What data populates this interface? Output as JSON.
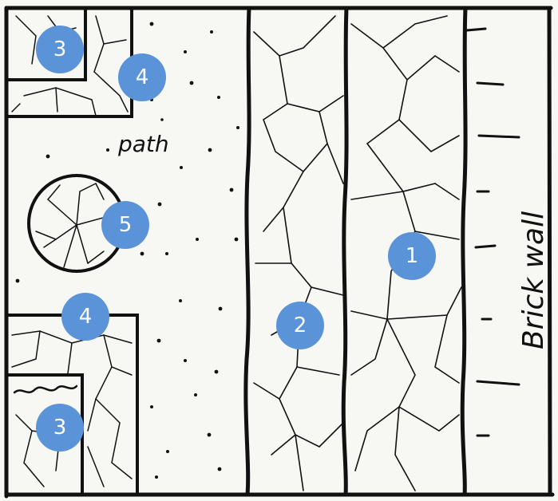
{
  "labels": {
    "path": "path",
    "wall": "Brick wall"
  },
  "markers": {
    "m1": "1",
    "m2": "2",
    "m3a": "3",
    "m3b": "3",
    "m4a": "4",
    "m4b": "4",
    "m5": "5"
  },
  "colors": {
    "paper": "#f7f7f3",
    "ink": "#111111",
    "marker": "#5b93d8",
    "marker_text": "#ffffff"
  }
}
